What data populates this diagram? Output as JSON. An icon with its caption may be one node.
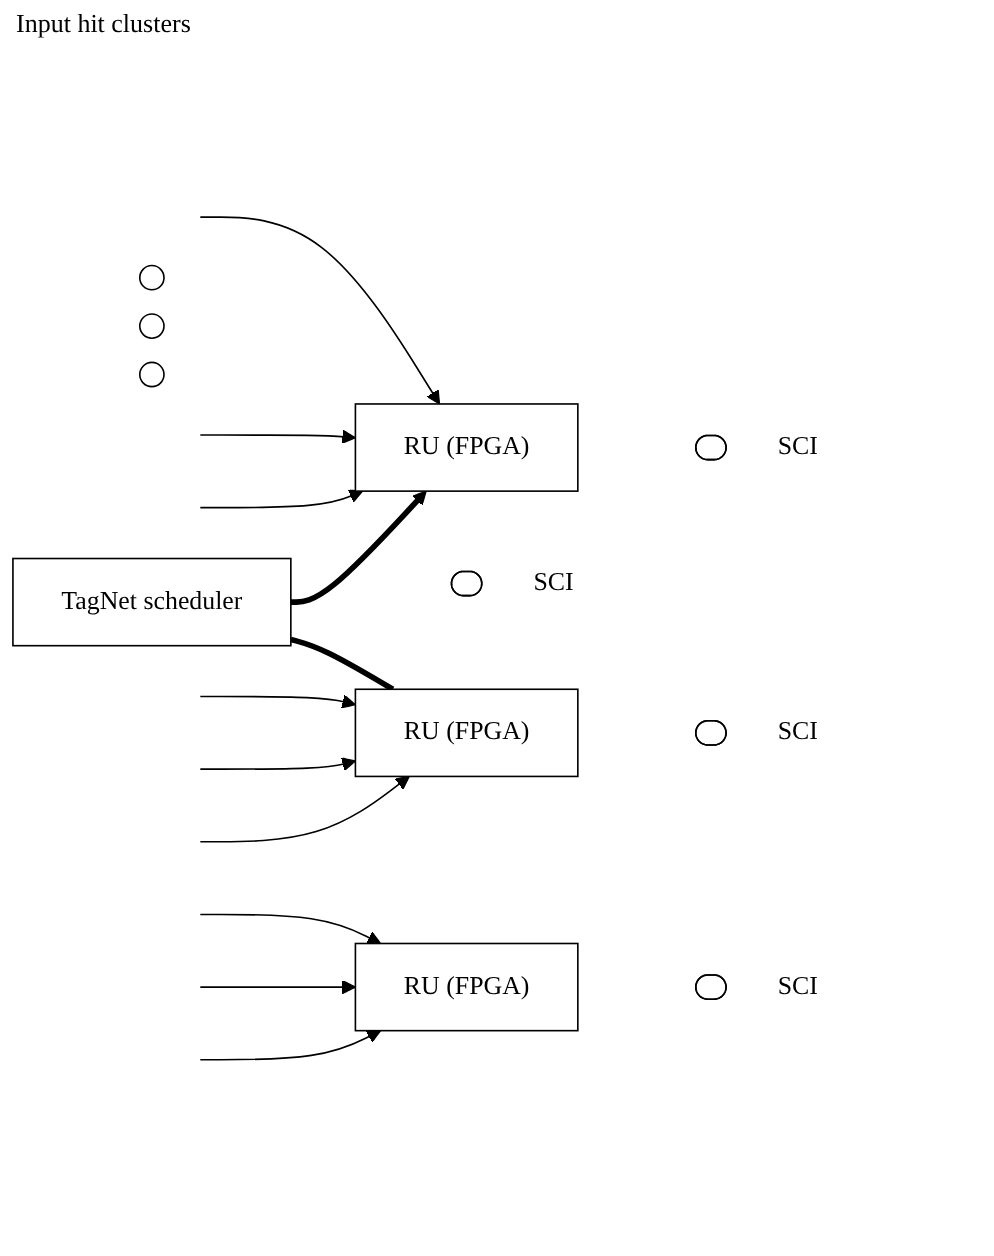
{
  "diagram": {
    "nodes": [
      {
        "text": [
          "RU (FPGA)"
        ]
      },
      {
        "text": [],
        "shape": "ellipse",
        "beside": [
          "SCI"
        ]
      },
      {
        "text": [
          "RU (FPGA)"
        ]
      },
      {
        "text": [],
        "shape": "ellipse",
        "beside": [
          "SCI"
        ]
      },
      {
        "text": [
          "TagNet scheduler"
        ]
      },
      {
        "text": [],
        "shape": "ellipse",
        "beside": [
          "SCI"
        ]
      },
      {
        "text": [],
        "shape": "circle"
      },
      {
        "text": [],
        "shape": "circle"
      },
      {
        "text": [],
        "shape": "circle"
      },
      {
        "text": [
          "RU (FPGA)"
        ]
      },
      {
        "text": [],
        "shape": "ellipse",
        "beside": [
          "SCI"
        ]
      }
    ],
    "edges": [
      {
        "from": 4,
        "to": 0,
        "arrow": "to",
        "style": "thick"
      },
      {
        "from": 4,
        "to": 9,
        "arrow": "none",
        "style": "thick"
      },
      {
        "from": null,
        "to": 0,
        "arrow": "to"
      },
      {
        "from": null,
        "to": 0,
        "arrow": "to"
      },
      {
        "from": null,
        "to": 0,
        "arrow": "to"
      },
      {
        "from": null,
        "to": 2,
        "arrow": "to"
      },
      {
        "from": null,
        "to": 2,
        "arrow": "to"
      },
      {
        "from": null,
        "to": 2,
        "arrow": "to"
      },
      {
        "from": null,
        "to": 9,
        "arrow": "to"
      },
      {
        "from": null,
        "to": 9,
        "arrow": "to"
      },
      {
        "from": null,
        "to": 9,
        "arrow": "to"
      }
    ],
    "labels": [
      "Input hit clusters"
    ]
  }
}
